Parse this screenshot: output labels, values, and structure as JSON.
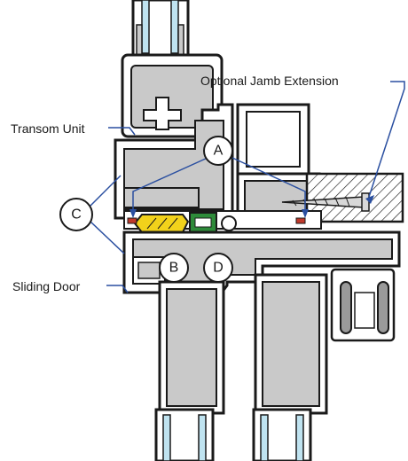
{
  "labels": {
    "transom_unit": "Transom Unit",
    "sliding_door": "Sliding Door",
    "jamb_extension": "Optional Jamb Extension"
  },
  "callouts": {
    "a": "A",
    "b": "B",
    "c": "C",
    "d": "D"
  },
  "colors": {
    "profile_fill": "#c9c9c9",
    "profile_stroke": "#1a1a1a",
    "glass": "#bfe3f0",
    "leader": "#2a4fa0",
    "gasket_yellow": "#f2d21b",
    "gasket_green": "#2e8b3a",
    "seal_red": "#c0392b"
  }
}
